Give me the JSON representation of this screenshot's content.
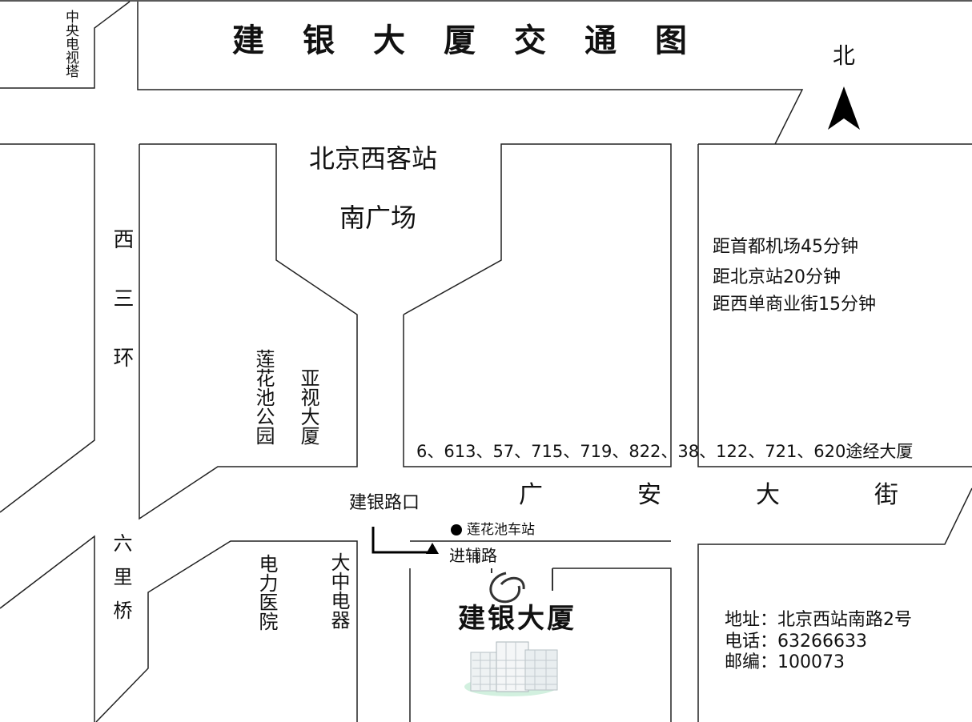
{
  "title": "建银大厦交通图",
  "north": {
    "label": "北"
  },
  "landmarks": {
    "cctv_tower": "中央电视塔",
    "west_station": "北京西客站",
    "south_square": "南广场",
    "lianhuachi_park": "莲花池公园",
    "yashi_building": "亚视大厦",
    "power_hospital": "电力医院",
    "dazhong_electric": "大中电器"
  },
  "roads": {
    "west_third_ring": "西三环",
    "liuliqiao": "六里桥",
    "guanganjie": [
      "广",
      "安",
      "大",
      "街"
    ],
    "jianyin_junction": "建银路口",
    "side_road": "进辅路"
  },
  "bus": {
    "stop": "莲花池车站",
    "routes_text": "6、613、57、715、719、822、38、122、721、620途经大厦"
  },
  "distances": [
    "距首都机场45分钟",
    "距北京站20分钟",
    "距西单商业街15分钟"
  ],
  "building": {
    "name": "建银大厦",
    "logo_name": "jianyin-logo-icon"
  },
  "contact": {
    "address": "地址：北京西站南路2号",
    "phone": "电话：63266633",
    "postcode": "邮编：100073"
  }
}
